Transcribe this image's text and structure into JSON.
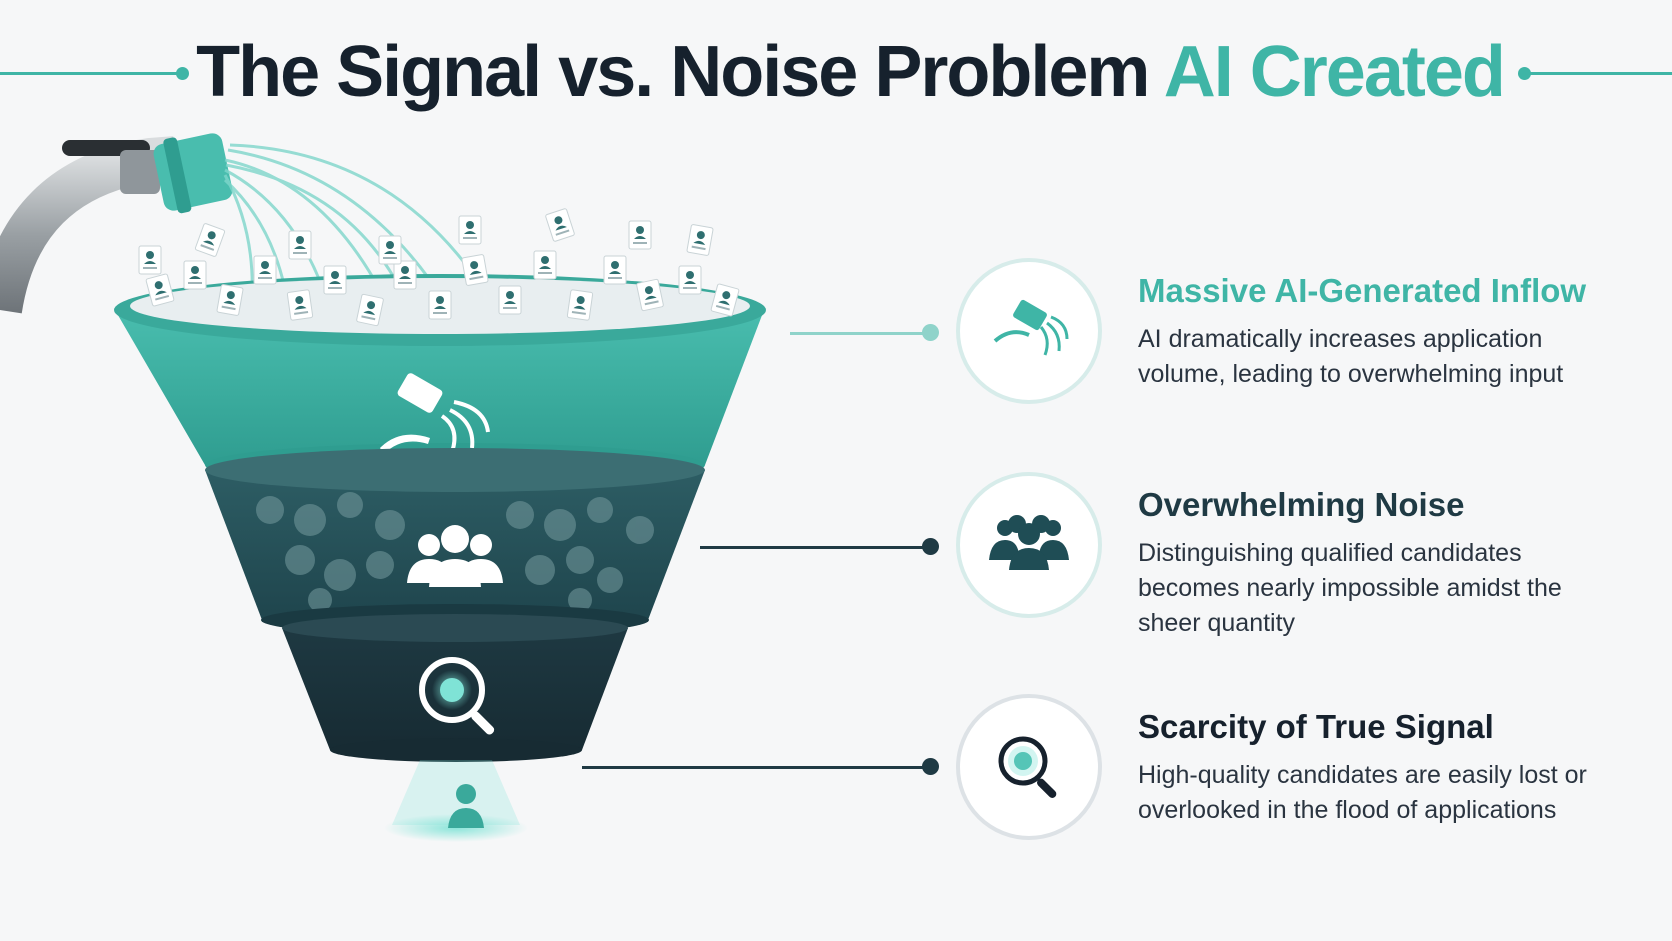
{
  "title": {
    "main": "The Signal vs. Noise Problem ",
    "accent": "AI Created"
  },
  "colors": {
    "teal": "#3fb5a6",
    "teal_light": "#8fd3ca",
    "dark": "#1f3a44",
    "text": "#16212d"
  },
  "items": [
    {
      "heading": "Massive AI-Generated Inflow",
      "description": "AI dramatically increases application volume, leading to overwhelming input",
      "icon": "hose-icon"
    },
    {
      "heading": "Overwhelming Noise",
      "description": "Distinguishing qualified candidates becomes nearly impossible amidst the sheer quantity",
      "icon": "crowd-icon"
    },
    {
      "heading": "Scarcity of True Signal",
      "description": "High-quality candidates are easily lost or overlooked in the flood of applications",
      "icon": "magnifier-icon"
    }
  ]
}
